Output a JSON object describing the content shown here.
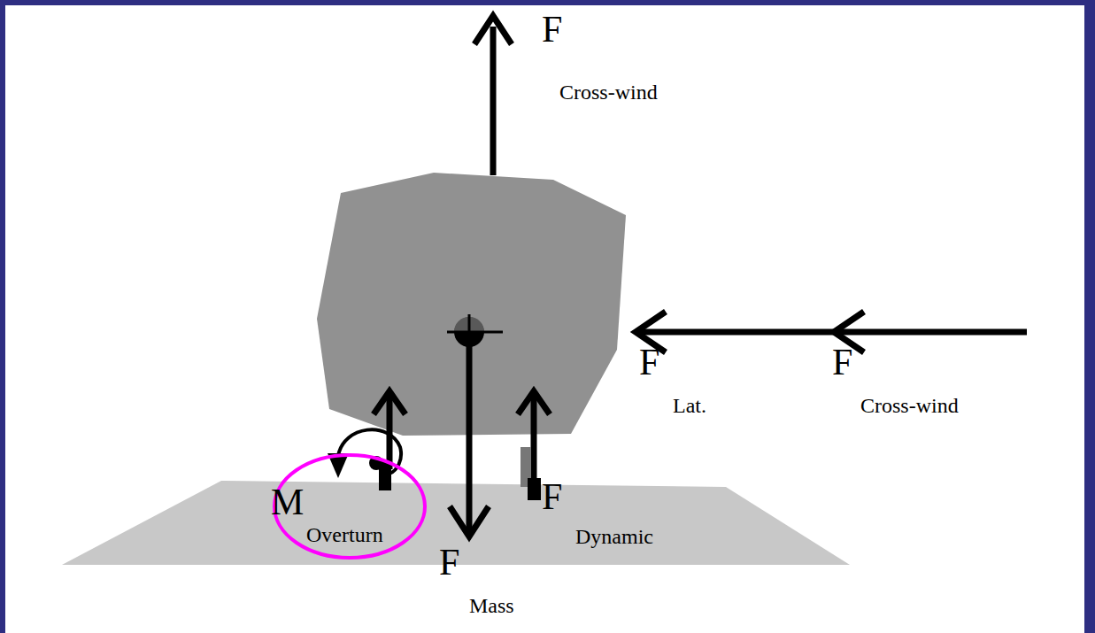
{
  "diagram": {
    "labels": [
      "F",
      "Cross-wind",
      "F",
      "Lat.",
      "F",
      "Cross-wind",
      "M",
      "Overturn",
      "F",
      "Dynamic",
      "F",
      "Mass"
    ]
  }
}
